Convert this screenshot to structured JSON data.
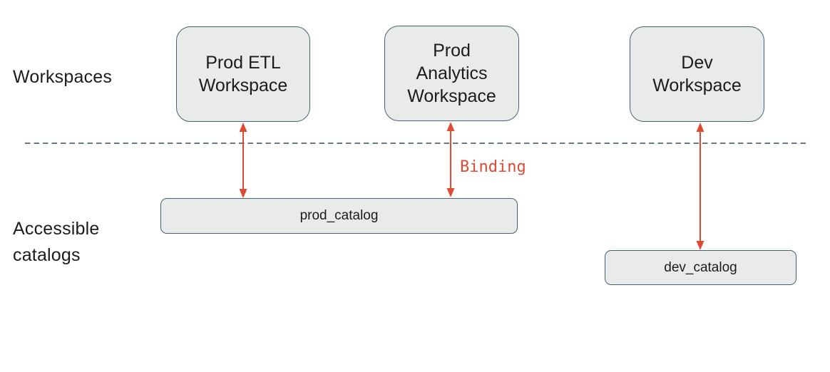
{
  "labels": {
    "workspaces_row": "Workspaces",
    "accessible_catalogs_row": "Accessible\ncatalogs"
  },
  "workspaces": [
    {
      "id": "prod-etl",
      "label": "Prod ETL\nWorkspace"
    },
    {
      "id": "prod-analytics",
      "label": "Prod\nAnalytics\nWorkspace"
    },
    {
      "id": "dev",
      "label": "Dev\nWorkspace"
    }
  ],
  "catalogs": [
    {
      "id": "prod",
      "label": "prod_catalog"
    },
    {
      "id": "dev",
      "label": "dev_catalog"
    }
  ],
  "binding": {
    "label": "Binding"
  },
  "colors": {
    "node_fill": "#e9eaea",
    "node_border": "#45636f",
    "divider_line": "#4a6b79",
    "accent_red": "#dd4b35",
    "text": "#1c1c1c"
  }
}
